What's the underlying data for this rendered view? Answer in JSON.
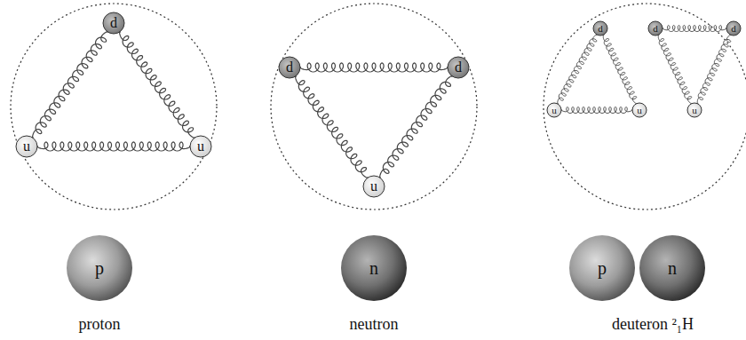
{
  "diagram": {
    "nodes": [
      {
        "text": [
          "d"
        ]
      },
      {
        "text": [
          "u"
        ]
      },
      {
        "text": [
          "u"
        ]
      },
      {
        "text": [
          "d"
        ]
      },
      {
        "text": [
          "d"
        ]
      },
      {
        "text": [
          "u"
        ]
      },
      {
        "text": [
          "d"
        ]
      },
      {
        "text": [
          "u"
        ]
      },
      {
        "text": [
          "u"
        ]
      },
      {
        "text": [
          "d"
        ]
      },
      {
        "text": [
          "d"
        ]
      },
      {
        "text": [
          "u"
        ]
      },
      {
        "text": [
          "p"
        ]
      },
      {
        "text": [
          "n"
        ]
      },
      {
        "text": [
          "p"
        ]
      },
      {
        "text": [
          "n"
        ]
      }
    ],
    "edges": [
      {
        "from": 0,
        "to": 1,
        "arrow": "none"
      },
      {
        "from": 0,
        "to": 2,
        "arrow": "none"
      },
      {
        "from": 1,
        "to": 2,
        "arrow": "none"
      },
      {
        "from": 3,
        "to": 4,
        "arrow": "none"
      },
      {
        "from": 3,
        "to": 5,
        "arrow": "none"
      },
      {
        "from": 4,
        "to": 5,
        "arrow": "none"
      },
      {
        "from": 6,
        "to": 7,
        "arrow": "none"
      },
      {
        "from": 6,
        "to": 8,
        "arrow": "none"
      },
      {
        "from": 7,
        "to": 8,
        "arrow": "none"
      },
      {
        "from": 9,
        "to": 10,
        "arrow": "none"
      },
      {
        "from": 9,
        "to": 11,
        "arrow": "none"
      },
      {
        "from": 10,
        "to": 11,
        "arrow": "none"
      }
    ],
    "labels": [
      "proton",
      "neutron",
      "deuteron ²₁H"
    ]
  }
}
